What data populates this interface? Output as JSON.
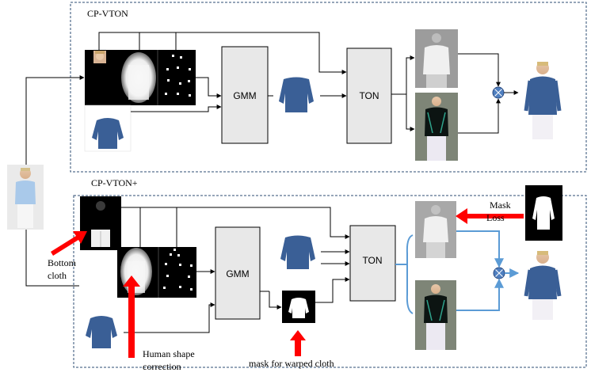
{
  "top_panel": {
    "title": "CP-VTON",
    "gmm_label": "GMM",
    "ton_label": "TON"
  },
  "bottom_panel": {
    "title": "CP-VTON+",
    "gmm_label": "GMM",
    "ton_label": "TON"
  },
  "annotations": {
    "bottom_cloth": [
      "Bottom",
      "cloth"
    ],
    "human_shape": [
      "Human shape",
      "correction"
    ],
    "mask_warped": "mask for warped cloth",
    "mask_loss": [
      "Mask",
      "Loss"
    ]
  },
  "colors": {
    "panel_border": "#2e4e73",
    "gmm_ton_fill": "#e8e8e8",
    "arrow_red": "#ff0000",
    "arrow_blue": "#5b9bd5",
    "combine_node": "#4f7fc0",
    "shirt_blue": "#3a5f96"
  },
  "icons": {
    "combine_node": "multiply-circle-icon",
    "person": "person-photo-icon",
    "cloth": "shirt-icon",
    "mask": "mask-icon",
    "keypoints": "pose-keypoints-icon"
  }
}
